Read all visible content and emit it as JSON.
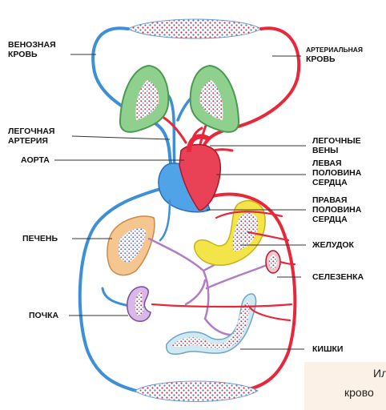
{
  "labels": {
    "venous_blood": [
      "ВЕНОЗНАЯ",
      "КРОВЬ"
    ],
    "arterial_blood": [
      "АРТЕРИАЛЬНАЯ",
      "КРОВЬ"
    ],
    "pulmonary_artery": [
      "ЛЕГОЧНАЯ",
      "АРТЕРИЯ"
    ],
    "aorta": "АОРТА",
    "pulmonary_veins": [
      "ЛЕГОЧНЫЕ",
      "ВЕНЫ"
    ],
    "left_heart": [
      "ЛЕВАЯ",
      "ПОЛОВИНА",
      "СЕРДЦА"
    ],
    "right_heart": [
      "ПРАВАЯ",
      "ПОЛОВИНА",
      "СЕРДЦА"
    ],
    "liver": "ПЕЧЕНЬ",
    "stomach": "ЖЕЛУДОК",
    "spleen": "СЕЛЕЗЕНКА",
    "kidney": "ПОЧКА",
    "intestines": "КИШКИ"
  },
  "caption": {
    "line1": "Ил",
    "line2": "крово"
  },
  "colors": {
    "venous": "#3d8fd8",
    "arterial": "#e8283a",
    "portal": "#b07cc6",
    "lung": "#7fc784",
    "liver": "#f5c28c",
    "stomach": "#f3e44a"
  }
}
